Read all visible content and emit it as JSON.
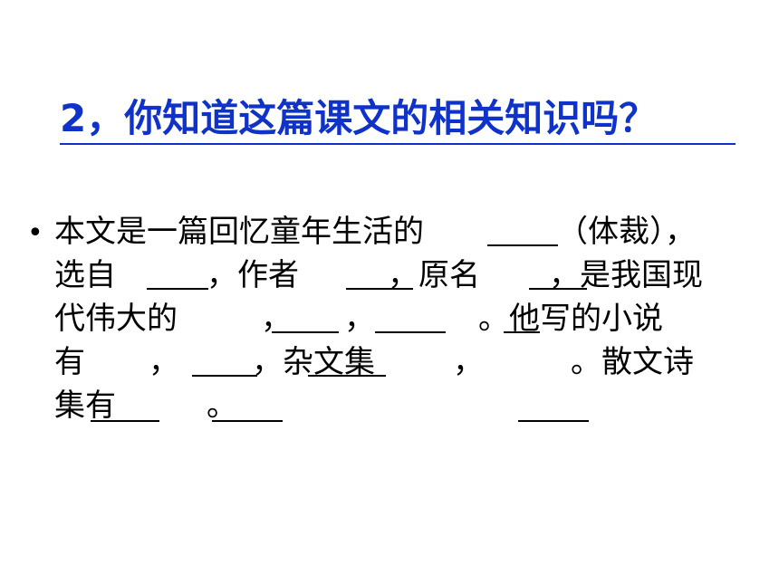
{
  "title": "2，你知道这篇课文的相关知识吗？",
  "bullet": "•",
  "paragraph": {
    "line1": {
      "a": "本文是一篇回忆童年生活的",
      "b": "（体裁），"
    },
    "line2": {
      "a": "选自",
      "b": "，作者",
      "c": "，原名",
      "d": "，是我国现"
    },
    "line3": {
      "a": "代伟大的",
      "b": "，",
      "c": "，",
      "d": "。他写的小说"
    },
    "line4": {
      "a": "有",
      "b": "，",
      "c": "，杂文集",
      "d": "，",
      "e": "。散文诗"
    },
    "line5": {
      "a": "集有",
      "b": "。"
    }
  },
  "colors": {
    "title": "#0f33c8",
    "text": "#000000",
    "background": "#ffffff"
  }
}
